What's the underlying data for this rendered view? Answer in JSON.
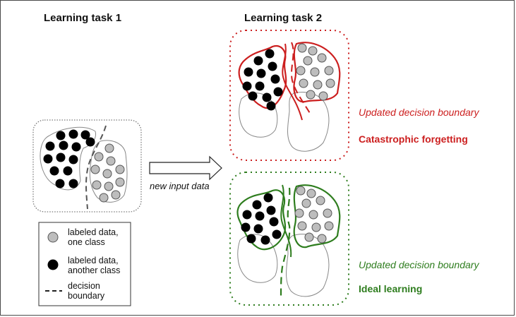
{
  "titles": {
    "task1": "Learning task 1",
    "task2": "Learning task 2"
  },
  "arrow": {
    "label": "new input data"
  },
  "scenarios": {
    "forgetting": {
      "boundary_note": "Updated decision boundary",
      "result": "Catastrophic forgetting",
      "color": "#cc1f1f"
    },
    "ideal": {
      "boundary_note": "Updated decision boundary",
      "result": "Ideal learning",
      "color": "#2e7d1e"
    }
  },
  "legend": {
    "gray_line1": "labeled data,",
    "gray_line2": "one class",
    "black_line1": "labeled data,",
    "black_line2": "another class",
    "boundary_line1": "decision",
    "boundary_line2": "boundary"
  },
  "colors": {
    "black_class": "#000000",
    "gray_class": "#bdbdbd",
    "frame": "#4a4a4a"
  }
}
